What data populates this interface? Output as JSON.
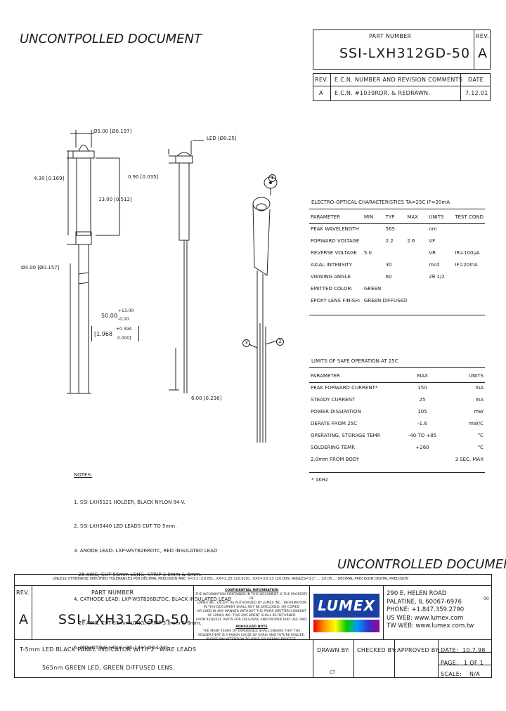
{
  "header": {
    "uncontrolled": "UNCONTPOLLED  DOCUMENT",
    "part_number_label": "PART NUMBER",
    "rev_label": "REV.",
    "part_number": "SSI-LXH312GD-50",
    "rev": "A"
  },
  "revision_table": {
    "headers": [
      "REV.",
      "E.C.N. NUMBER AND REVISION COMMENTS",
      "DATE"
    ],
    "rows": [
      [
        "A",
        "E.C.N. #1039RDR. & REDRAWN.",
        "7.12.01"
      ]
    ]
  },
  "dims": {
    "d500": "Ø5.00 [Ø0.197]",
    "led": "LED [Ø0.25]",
    "d430": "4.30 [0.169]",
    "d1300": "13.00 [0.512]",
    "d090": "0.90 [0.035]",
    "d400": "Ø4.00 [Ø0.157]",
    "d5000": "50.00",
    "d5000tol_plus": "+13.00",
    "d5000tol_minus": "-0.00",
    "d1968": "[1.968",
    "d1968tol_plus": "+0.394",
    "d1968tol_minus": "0.000]",
    "d600": "6.00 [0.236]",
    "callout1": "1",
    "callout2": "2",
    "callout3": "3"
  },
  "electro_optical": {
    "title": "ELECTRO-OPTICAL CHARACTERISTICS TA=25C       IF=20mA",
    "headers": [
      "PARAMETER",
      "MIN",
      "TYP",
      "MAX",
      "UNITS",
      "TEST COND"
    ],
    "rows": [
      [
        "PEAK WAVELENGTH",
        "",
        "565",
        "",
        "nm",
        ""
      ],
      [
        "FORWARD VOLTAGE",
        "",
        "2.2",
        "2.6",
        "VF",
        ""
      ],
      [
        "REVERSE VOLTAGE",
        "5.0",
        "",
        "",
        "VR",
        "IR=100μA"
      ],
      [
        "AXIAL INTENSITY",
        "",
        "30",
        "",
        "mcd",
        "IF=20mA"
      ],
      [
        "VIEWING ANGLE",
        "",
        "60",
        "",
        "2θ 1/2",
        ""
      ],
      [
        "EMITTED COLOR:",
        "GREEN",
        "",
        "",
        "",
        ""
      ],
      [
        "EPOXY LENS FINISH:",
        "GREEN DIFFUSED",
        "",
        "",
        "",
        ""
      ]
    ]
  },
  "limits": {
    "title": "LIMITS OF SAFE OPERATION AT 25C",
    "headers": [
      "PARAMETER",
      "MAX",
      "UNITS"
    ],
    "rows": [
      [
        "PEAK FORWARD CURRENT*",
        "150",
        "mA"
      ],
      [
        "STEADY CURRENT",
        "25",
        "mA"
      ],
      [
        "POWER DISSIPATION",
        "105",
        "mW"
      ],
      [
        "DERATE FROM 25C",
        "-1.6",
        "mW/C"
      ],
      [
        "OPERATING, STORAGE TEMP.",
        "-40 TO +85",
        "°C"
      ],
      [
        "SOLDERING TEMP.",
        "+260",
        "°C"
      ],
      [
        "2.0mm FROM BODY",
        "",
        "3 SEC. MAX"
      ]
    ],
    "footnote": "* 1KHz"
  },
  "notes": {
    "title": "NOTES:",
    "items": [
      "1. SSI-LXH5121 HOLDER, BLACK NYLON 94-V.",
      "2. SSI-LXH5440 LED LEADS CUT TO 5mm.",
      "3. ANODE LEAD: LXP-WSTB26RDTC, RED INSULATED LEAD",
      "   26 AWG, CUT 55mm LONG, STRIP 3.0mm & 6mm.",
      "4. CATHODE LEAD: LXP-WSTB26BLTDC, BLACK INSULATED LEAD",
      "   26 AWG, CUT 55mm LONG, STRIP 3.0mm & 6mm.",
      "5. MOUNTING HOLE: Ø0.170\"-Ø0.174\""
    ]
  },
  "footer": {
    "uncontrolled": "UNCONTROLLED  DOCUMENT",
    "tolerance_note": "UNLESS OTHERWISE SPECIFIED TOLERANCES PER DECIMAL PRECISION ARE: X=±1 (±0.05), .XX=±.25 (±0.010), .XXX=±0.13 (±0.005)  ANGLES=±1°  ...  ±0.05 ...  DECIMAL PRECISION  DIGITAL PRECISION",
    "rev_label": "REV.",
    "part_number_label": "PART NUMBER",
    "part_number": "SSI-LXH312GD-50",
    "rev": "A",
    "confidential_title": "CONFIDENTIAL INFORMATION",
    "confidential_lines": [
      "THE INFORMATION CONTAINED IN THIS DOCUMENT IS THE PROPERTY OF",
      "LUMEX INC. EXCEPT AS AUTHORIZED BY LUMEX INC., INFORMATION",
      "IN THIS DOCUMENT SHALL NOT BE DISCLOSED, OR COPIED",
      "OR USED IN ANY MANNER WITHOUT THE PRIOR WRITTEN CONSENT",
      "OF LUMEX INC. THIS DOCUMENT SHALL BE RETURNED",
      "UPON REQUEST. PARTS FOR EXCLUSIVE AND PROPRIETARY USE ONLY"
    ],
    "rohs_title": "ROHS/LEAD NOTE",
    "rohs_lines": [
      "THE MANY YEARS OF EXPERIENCE SHALL ENSURE THAT THE",
      "SOLDER HEAT IS A MAJOR CAUSE OF EARLY AND FUTURE FAILURE.",
      "PLEASE PAY ATTENTION TO YOUR SOLDERING PROCESS."
    ],
    "logo": "LUMEX",
    "address": [
      "290 E. HELEN ROAD",
      "PALATINE, IL 60067-6976",
      "PHONE: +1.847.359.2790",
      "US WEB: www.lumex.com",
      "TW WEB: www.lumex.com.tw"
    ],
    "desc_lines": [
      "T-5mm LED BLACK PANEL INDICATOR WITH 2\" WIRE LEADS",
      "565nm GREEN LED, GREEN DIFFUSED LENS."
    ],
    "drawn_by_label": "DRAWN BY:",
    "drawn_by": "CT",
    "checked_by_label": "CHECKED BY:",
    "approved_by_label": "APPROVED BY:",
    "date_label": "DATE:",
    "date": "10.7.98",
    "page_label": "PAGE:",
    "page": "1 OF 1",
    "scale_label": "SCALE:",
    "scale": "N/A",
    "corner_mark": "00"
  }
}
